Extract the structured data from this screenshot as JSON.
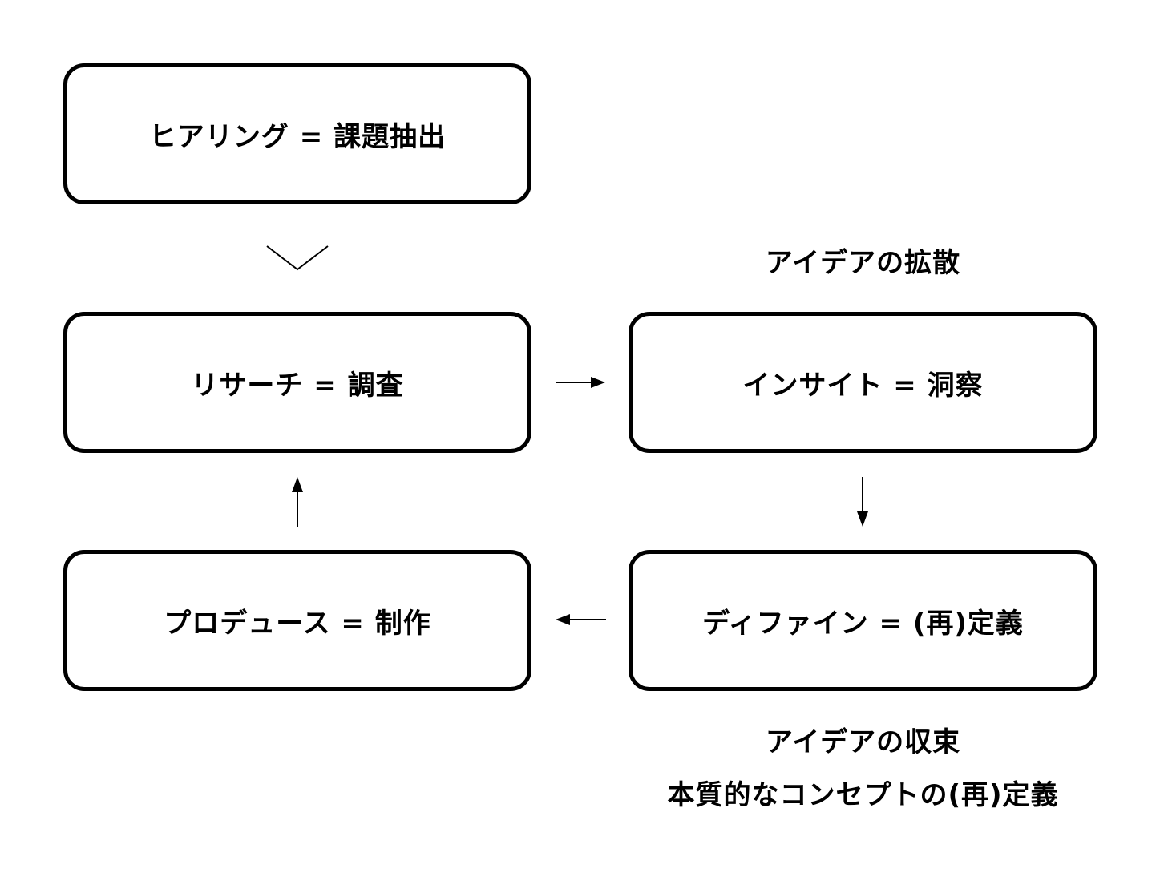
{
  "diagram": {
    "steps": {
      "hearing": "ヒアリング = 課題抽出",
      "research": "リサーチ = 調査",
      "insight": "インサイト = 洞察",
      "define": "ディファイン = (再)定義",
      "produce": "プロデュース = 制作"
    },
    "notes": {
      "diverge": "アイデアの拡散",
      "converge_line1": "アイデアの収束",
      "converge_line2": "本質的なコンセプトの(再)定義"
    },
    "colors": {
      "stroke": "#000000",
      "background": "#ffffff"
    }
  }
}
